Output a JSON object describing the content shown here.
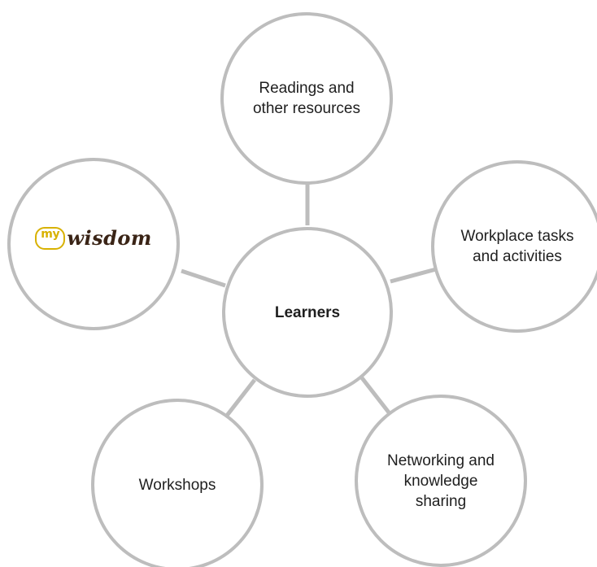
{
  "diagram": {
    "center": {
      "label": "Learners"
    },
    "nodes": [
      {
        "label": "Readings and other resources"
      },
      {
        "label": "Workplace tasks and activities"
      },
      {
        "label": "Networking and knowledge sharing"
      },
      {
        "label": "Workshops"
      },
      {
        "logo_badge": "my",
        "logo_word": "wisdom"
      }
    ],
    "colors": {
      "outline": "#bdbdbd",
      "logo_badge": "#d8b100",
      "logo_word": "#3a2416",
      "text": "#1f1f1f"
    }
  }
}
